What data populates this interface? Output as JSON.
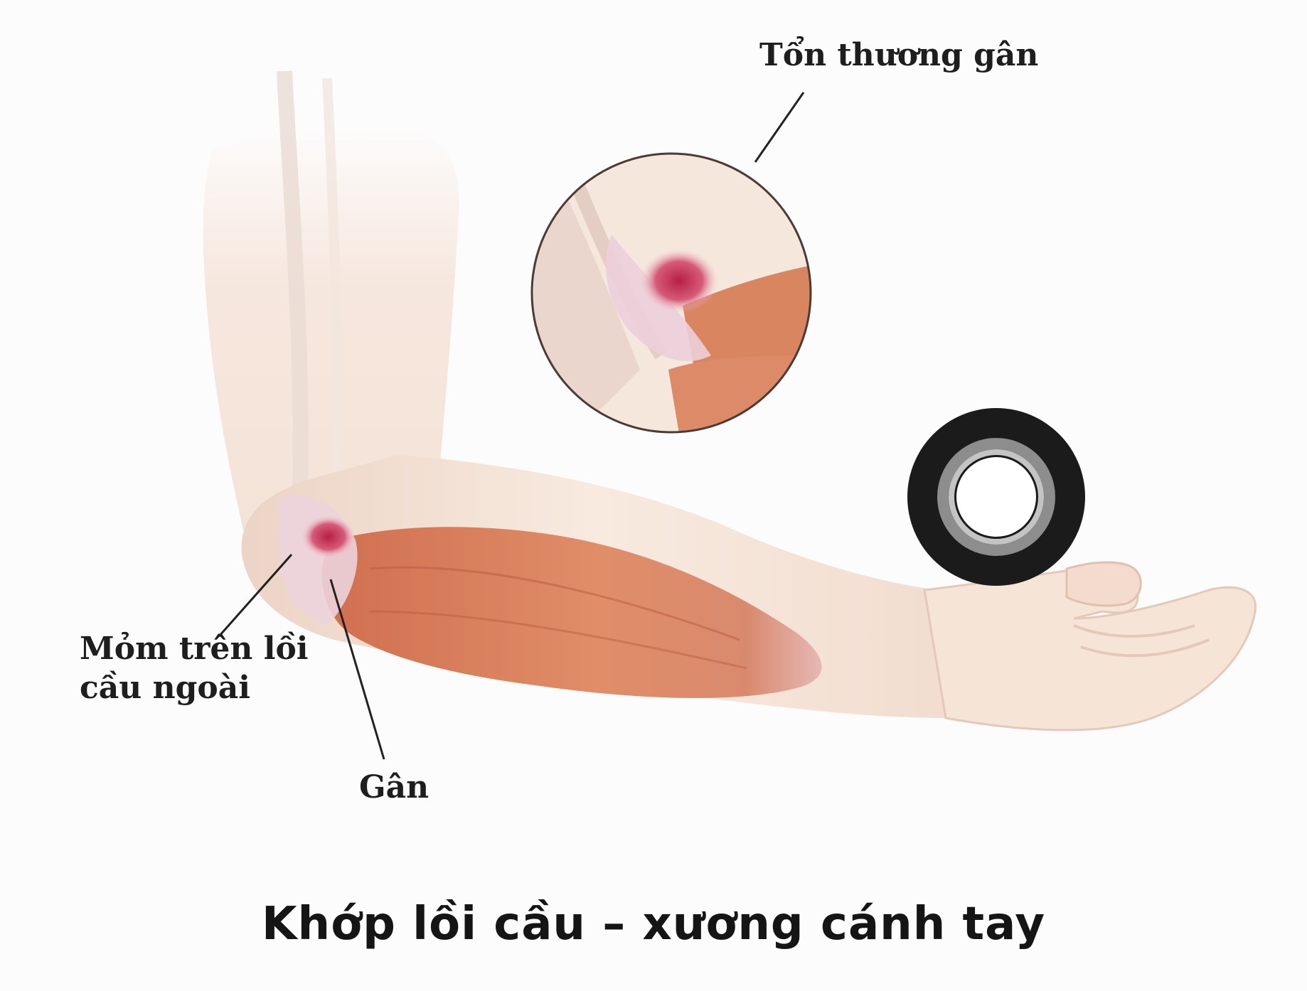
{
  "diagram": {
    "labels": {
      "injury": "Tổn thương gân",
      "epicondyle_line1": "Mỏm trên lồi",
      "epicondyle_line2": "cầu ngoài",
      "tendon": "Gân"
    },
    "caption": "Khớp lồi cầu – xương cánh tay"
  },
  "colors": {
    "background": "#fdfcfc",
    "skin": "#f7e6d8",
    "muscle": "#d9825f",
    "injury": "#c83a5a",
    "spinner": "#1b1b1b",
    "text": "#1e1e1e"
  },
  "icons": {
    "spinner": "loading-spinner-icon"
  }
}
